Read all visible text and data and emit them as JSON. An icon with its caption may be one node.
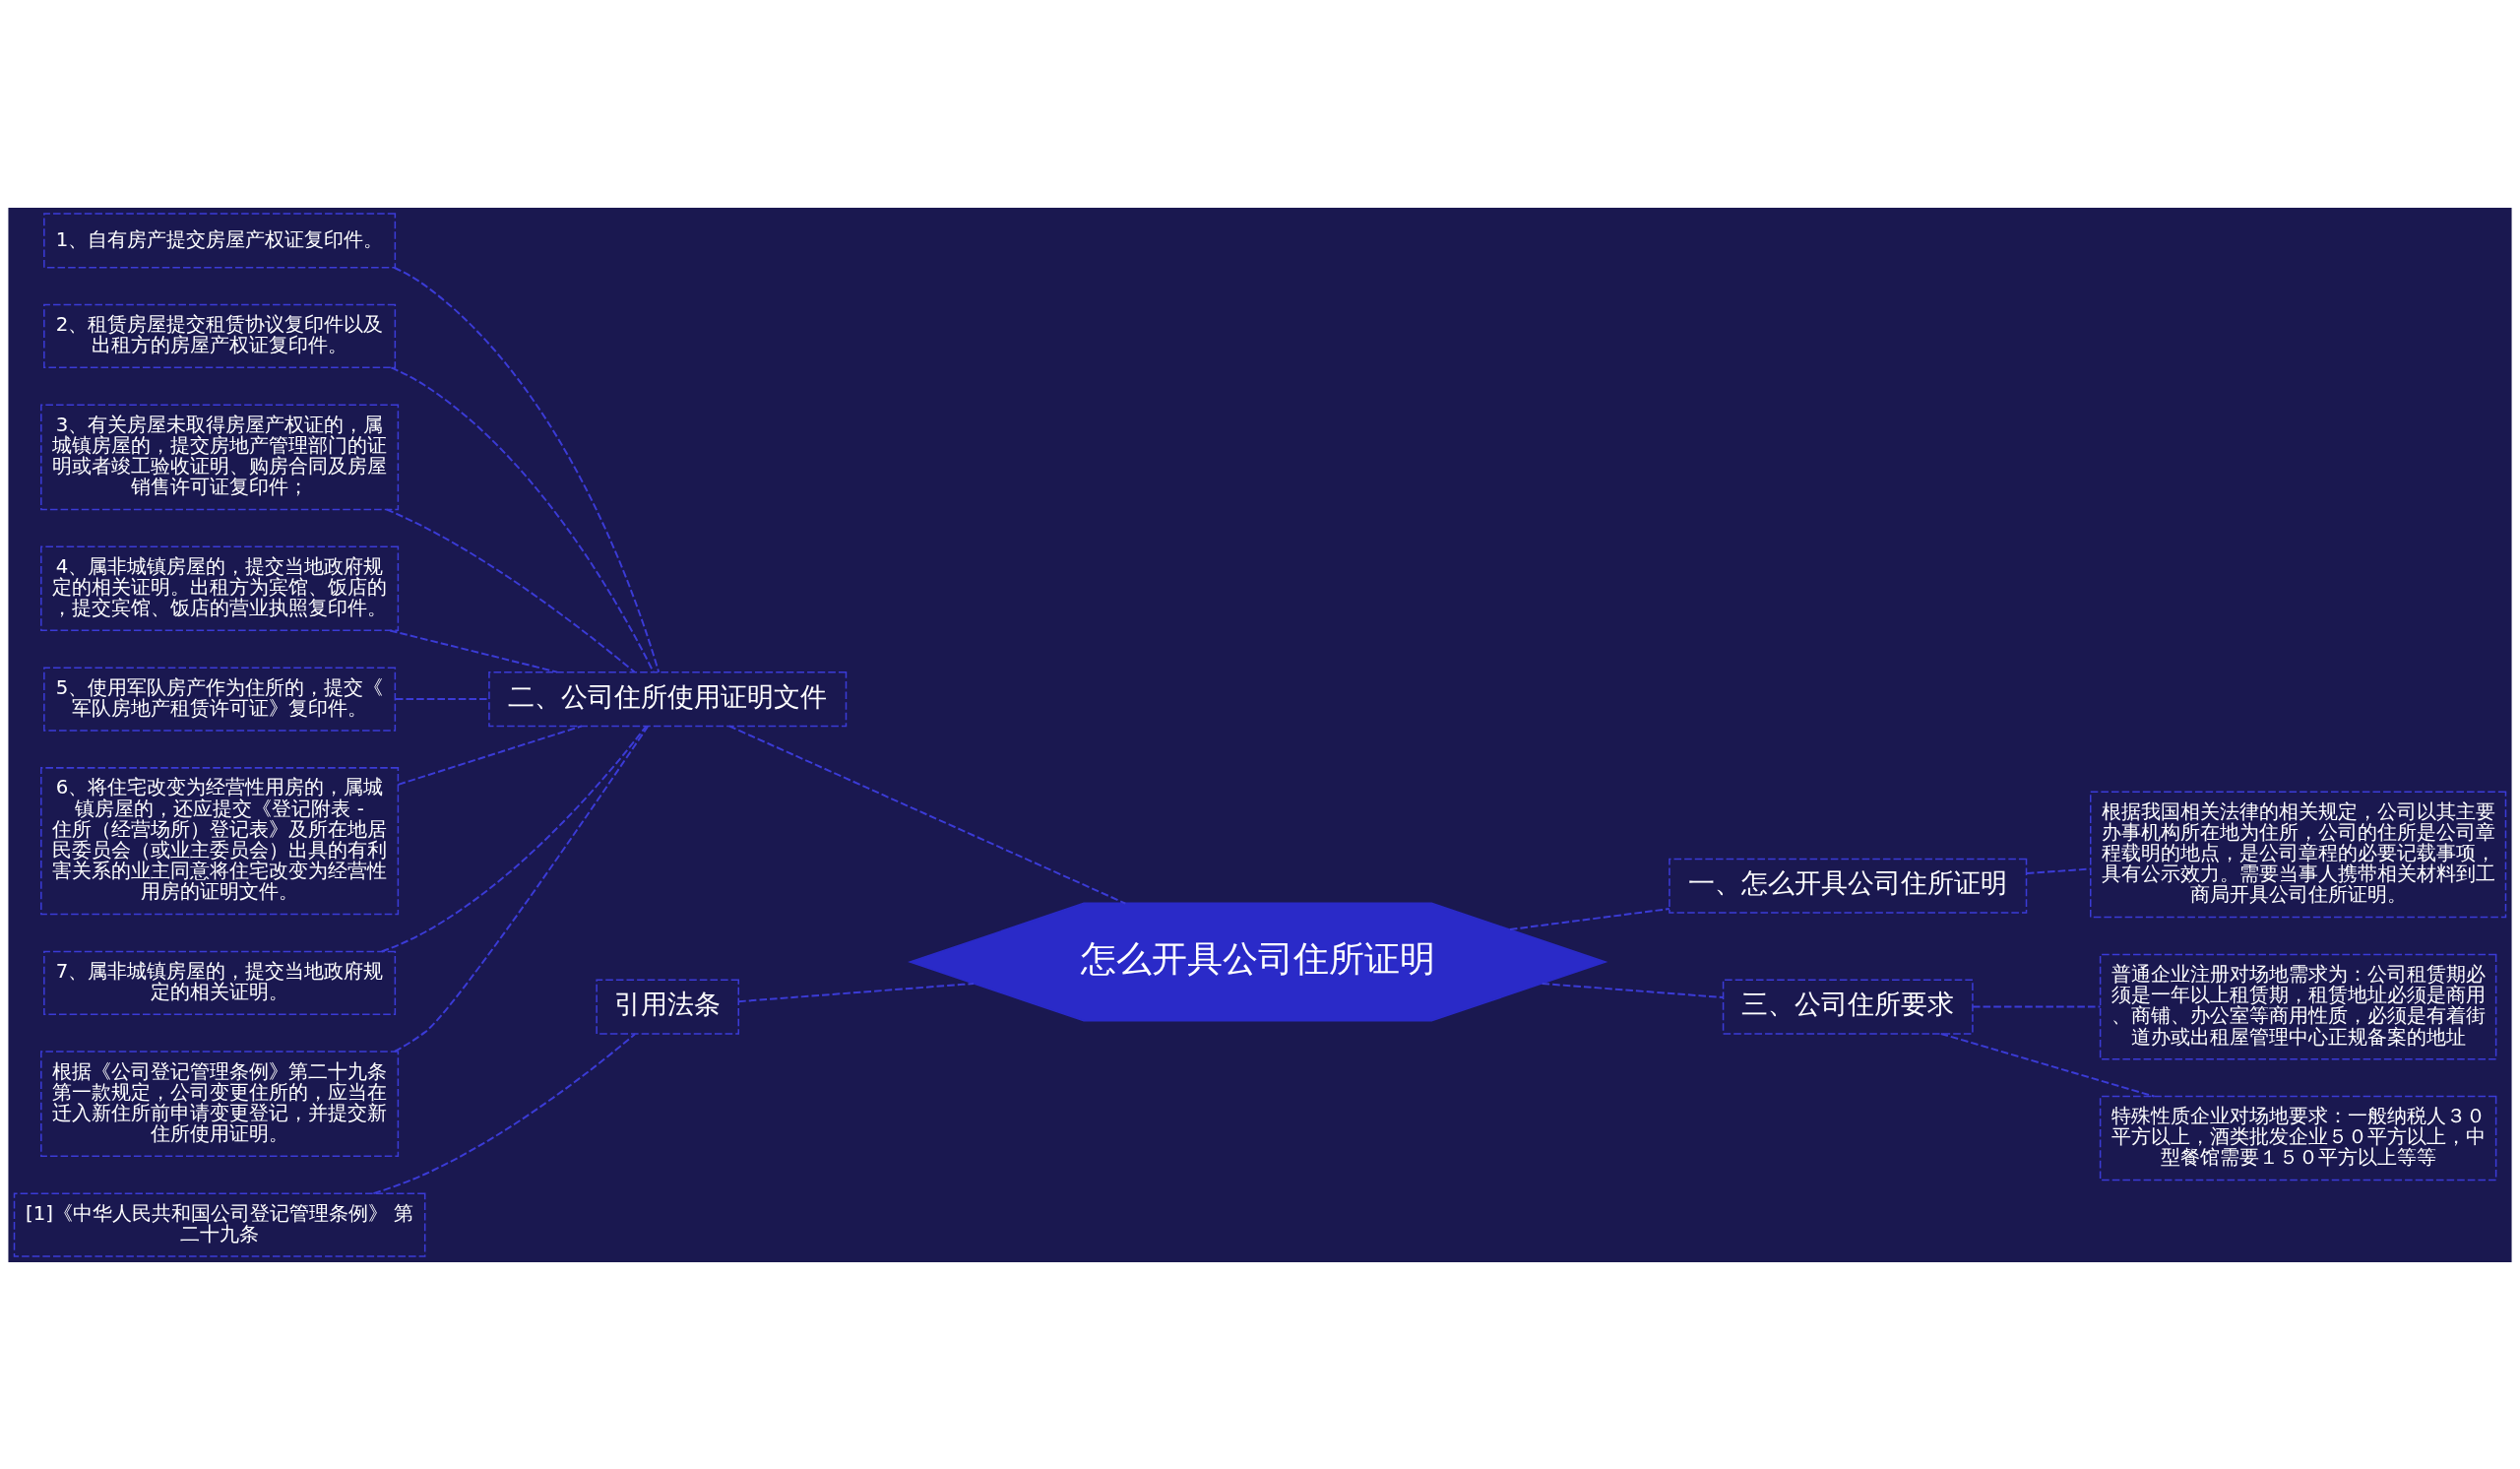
{
  "diagram": {
    "nodes": [
      {
        "text": [
          "怎么开具公司住所证明"
        ]
      },
      {
        "text": [
          "二、公司住所使用证明文件"
        ]
      },
      {
        "text": [
          "1、自有房产提交房屋产权证复印件。"
        ]
      },
      {
        "text": [
          "2、租赁房屋提交租赁协议复印件以及出租方的房屋产权证复印件。"
        ]
      },
      {
        "text": [
          "3、有关房屋未取得房屋产权证的，属城镇房屋的，提交房地产管理部门的证明或者竣工验收证明、购房合同及房屋销售许可证复印件；"
        ]
      },
      {
        "text": [
          "4、属非城镇房屋的，提交当地政府规定的相关证明。出租方为宾馆、饭店的，提交宾馆、饭店的营业执照复印件。"
        ]
      },
      {
        "text": [
          "5、使用军队房产作为住所的，提交《军队房地产租赁许可证》复印件。"
        ]
      },
      {
        "text": [
          "6、将住宅改变为经营性用房的，属城镇房屋的，还应提交《登记附表 - 住所（经营场所）登记表》及所在地居民委员会（或业主委员会）出具的有利害关系的业主同意将住宅改变为经营性用房的证明文件。"
        ]
      },
      {
        "text": [
          "7、属非城镇房屋的，提交当地政府规定的相关证明。"
        ]
      },
      {
        "text": [
          "根据《公司登记管理条例》第二十九条第一款规定，公司变更住所的，应当在迁入新住所前申请变更登记，并提交新住所使用证明。"
        ]
      },
      {
        "text": [
          "引用法条"
        ]
      },
      {
        "text": [
          "[1]《中华人民共和国公司登记管理条例》 第二十九条"
        ]
      },
      {
        "text": [
          "一、怎么开具公司住所证明"
        ]
      },
      {
        "text": [
          "根据我国相关法律的相关规定，公司以其主要办事机构所在地为住所，公司的住所是公司章程载明的地点，是公司章程的必要记载事项，具有公示效力。需要当事人携带相关材料到工商局开具公司住所证明。"
        ]
      },
      {
        "text": [
          "三、公司住所要求"
        ]
      },
      {
        "text": [
          "普通企业注册对场地需求为：公司租赁期必须是一年以上租赁期，租赁地址必须是商用、商铺、办公室等商用性质，必须是有着街道办或出租屋管理中心正规备案的地址"
        ]
      },
      {
        "text": [
          "特殊性质企业对场地要求：一般纳税人３０平方以上，酒类批发企业５０平方以上，中型餐馆需要１５０平方以上等等"
        ]
      }
    ],
    "edges": [
      {
        "from": 0,
        "to": 1,
        "arrow": "none"
      },
      {
        "from": 1,
        "to": 2,
        "arrow": "none"
      },
      {
        "from": 1,
        "to": 3,
        "arrow": "none"
      },
      {
        "from": 1,
        "to": 4,
        "arrow": "none"
      },
      {
        "from": 1,
        "to": 5,
        "arrow": "none"
      },
      {
        "from": 1,
        "to": 6,
        "arrow": "none"
      },
      {
        "from": 1,
        "to": 7,
        "arrow": "none"
      },
      {
        "from": 1,
        "to": 8,
        "arrow": "none"
      },
      {
        "from": 1,
        "to": 9,
        "arrow": "none"
      },
      {
        "from": 0,
        "to": 10,
        "arrow": "none"
      },
      {
        "from": 10,
        "to": 11,
        "arrow": "none"
      },
      {
        "from": 0,
        "to": 12,
        "arrow": "none"
      },
      {
        "from": 12,
        "to": 13,
        "arrow": "none"
      },
      {
        "from": 0,
        "to": 14,
        "arrow": "none"
      },
      {
        "from": 14,
        "to": 15,
        "arrow": "none"
      },
      {
        "from": 14,
        "to": 16,
        "arrow": "none"
      }
    ]
  }
}
